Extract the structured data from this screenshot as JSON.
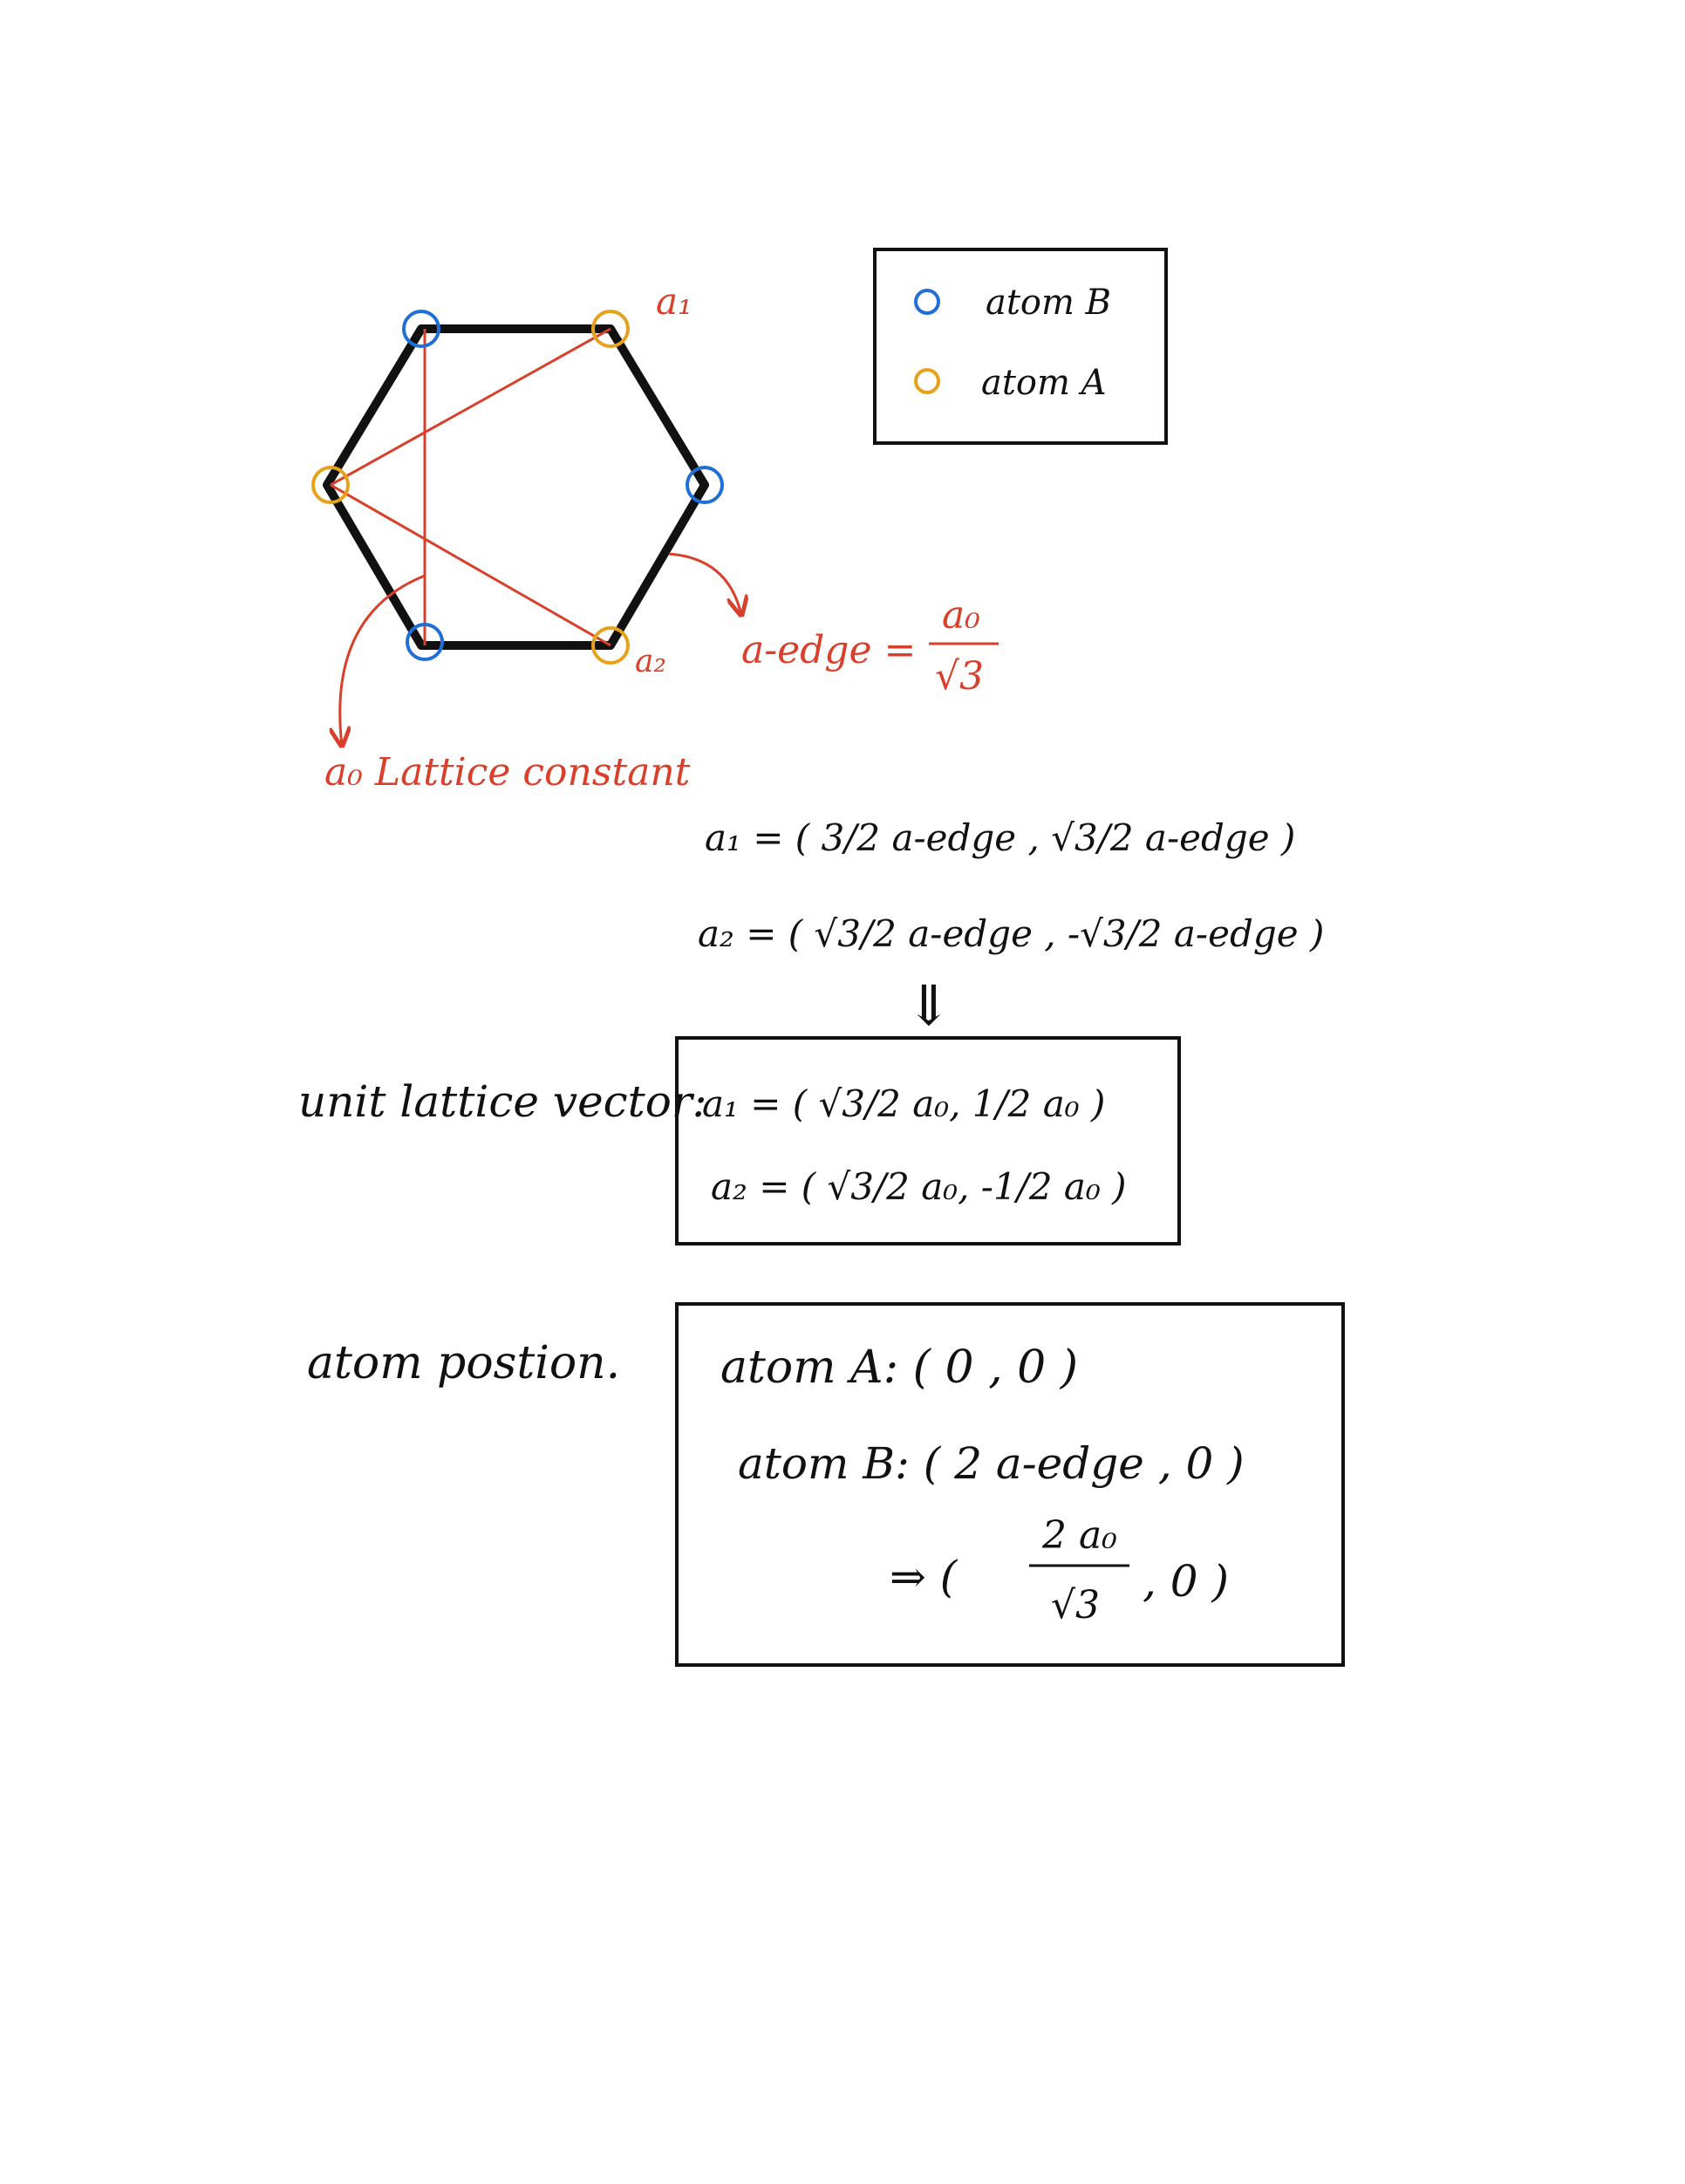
{
  "colors": {
    "ink": "#111111",
    "red": "#d9402b",
    "atom_b": "#1f6fd6",
    "atom_a": "#e7a21c"
  },
  "legend": {
    "atom_b_label": "atom B",
    "atom_a_label": "atom A"
  },
  "diagram": {
    "a1_label": "a₁",
    "a2_label": "a₂",
    "a_edge_label": "a-edge =",
    "a_edge_num": "a₀",
    "a_edge_den": "√3",
    "lattice_label": "a₀  Lattice constant"
  },
  "primitive_vectors": {
    "a1_text": "a₁ = ( 3/2 a-edge ,  √3/2 a-edge )",
    "a2_text": "a₂ = ( √3/2 a-edge ,  -√3/2 a-edge )",
    "arrow": "⇓"
  },
  "unit_lattice": {
    "label": "unit lattice vector:",
    "a1_text": "a₁ = ( √3/2 a₀,  1/2 a₀ )",
    "a2_text": "a₂ = ( √3/2 a₀,  -1/2 a₀ )"
  },
  "atom_position": {
    "label": "atom postion.",
    "atom_a": "atom A:  ( 0 , 0 )",
    "atom_b": "atom B:  ( 2 a-edge , 0 )",
    "arrow": "⇒ (",
    "frac_num": "2 a₀",
    "frac_den": "√3",
    "tail": ",   0 )"
  }
}
